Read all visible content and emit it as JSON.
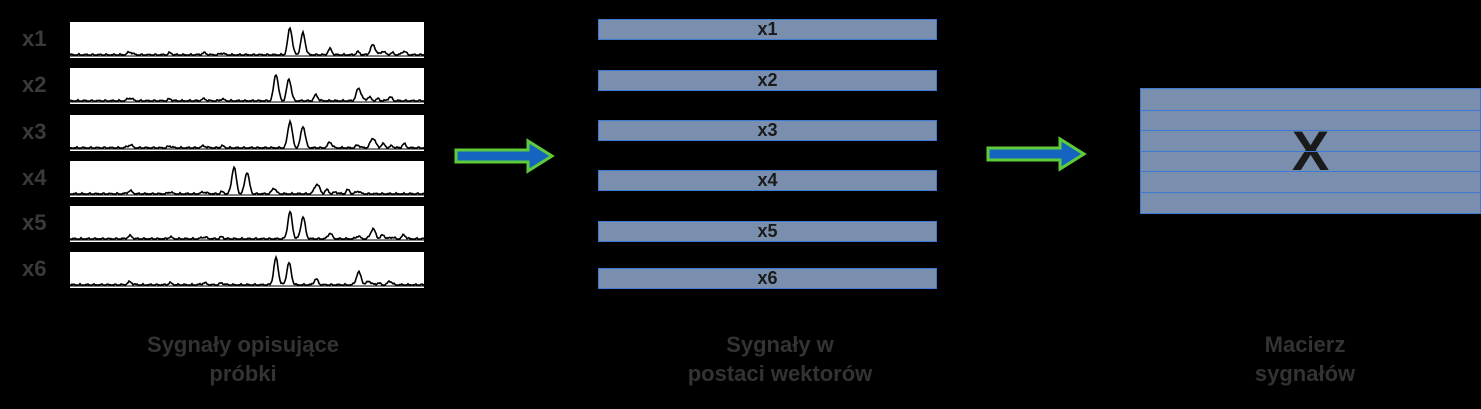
{
  "signals": [
    {
      "label": "x1",
      "peak_shift": 0
    },
    {
      "label": "x2",
      "peak_shift": -14
    },
    {
      "label": "x3",
      "peak_shift": 0
    },
    {
      "label": "x4",
      "peak_shift": -56
    },
    {
      "label": "x5",
      "peak_shift": 0
    },
    {
      "label": "x6",
      "peak_shift": -14
    }
  ],
  "vectors": [
    "x1",
    "x2",
    "x3",
    "x4",
    "x5",
    "x6"
  ],
  "matrix": {
    "label": "X",
    "rows": 6
  },
  "captions": {
    "signals": [
      "Sygnały opisujące",
      "próbki"
    ],
    "vectors": [
      "Sygnały w",
      "postaci wektorów"
    ],
    "matrix": [
      "Macierz",
      "sygnałów"
    ]
  },
  "colors": {
    "bar_fill": "#7a8fae",
    "bar_border": "#3d7ad6",
    "arrow_fill": "#1565c0",
    "arrow_outline": "#5ecb3a",
    "label_text": "#3a3a3a",
    "caption_text": "#333333"
  }
}
